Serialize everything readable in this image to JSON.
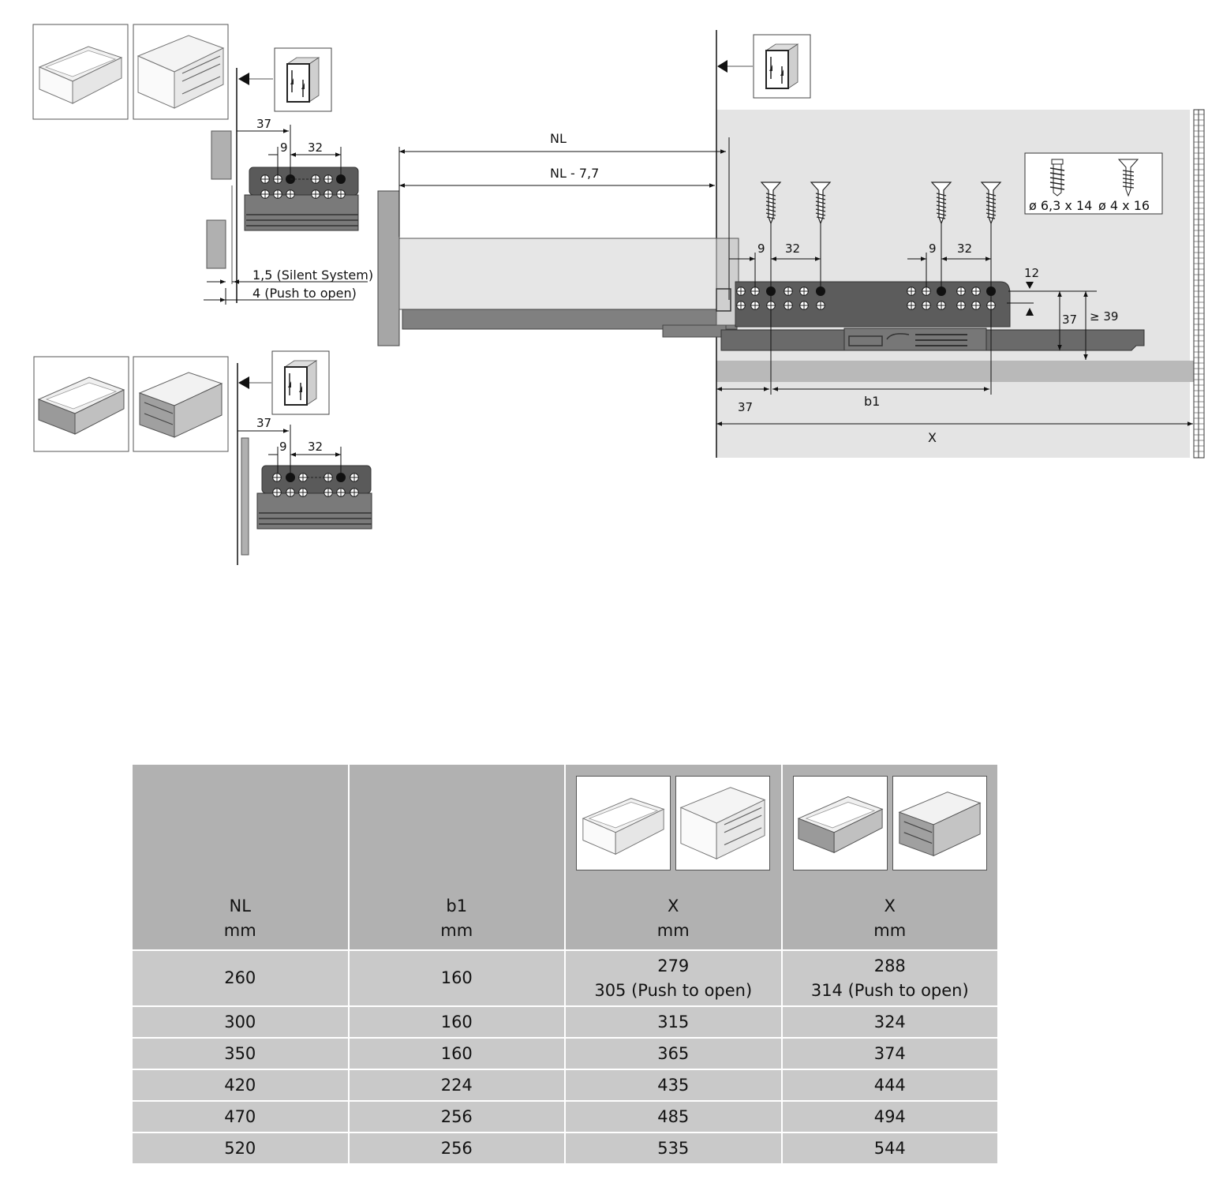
{
  "diagram": {
    "left_top": {
      "dim_37": "37",
      "dim_9": "9",
      "dim_32": "32",
      "gap_silent": "1,5 (Silent System)",
      "gap_push": "4 (Push to open)"
    },
    "left_bottom": {
      "dim_37": "37",
      "dim_9": "9",
      "dim_32": "32"
    },
    "main": {
      "nl": "NL",
      "nl_minus": "NL - 7,7",
      "dim_9a": "9",
      "dim_32a": "32",
      "dim_9b": "9",
      "dim_32b": "32",
      "dim_12": "12",
      "dim_37v": "37",
      "dim_39": "≥ 39",
      "dim_37h": "37",
      "dim_b1": "b1",
      "dim_x": "X",
      "screw_a": "ø 6,3 x 14",
      "screw_b": "ø 4 x 16"
    }
  },
  "table": {
    "headers": [
      {
        "name": "NL",
        "unit": "mm"
      },
      {
        "name": "b1",
        "unit": "mm"
      },
      {
        "name": "X",
        "unit": "mm"
      },
      {
        "name": "X",
        "unit": "mm"
      }
    ],
    "rows": [
      {
        "nl": "260",
        "b1": "160",
        "x1": "279",
        "x1b": "305 (Push to open)",
        "x2": "288",
        "x2b": "314 (Push to open)"
      },
      {
        "nl": "300",
        "b1": "160",
        "x1": "315",
        "x2": "324"
      },
      {
        "nl": "350",
        "b1": "160",
        "x1": "365",
        "x2": "374"
      },
      {
        "nl": "420",
        "b1": "224",
        "x1": "435",
        "x2": "444"
      },
      {
        "nl": "470",
        "b1": "256",
        "x1": "485",
        "x2": "494"
      },
      {
        "nl": "520",
        "b1": "256",
        "x1": "535",
        "x2": "544"
      }
    ]
  }
}
